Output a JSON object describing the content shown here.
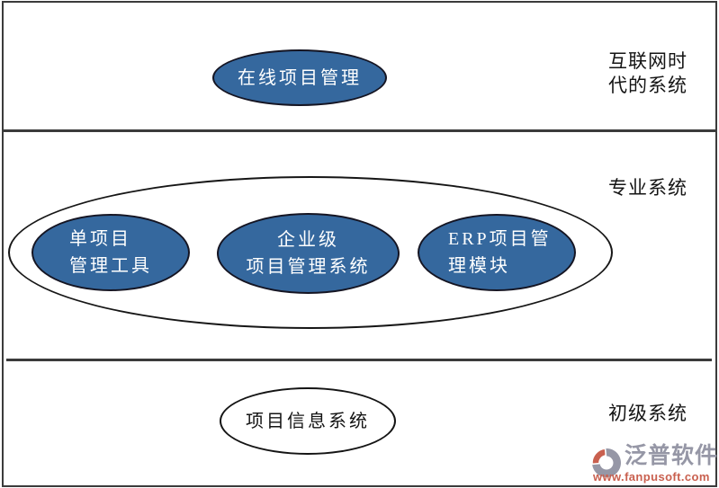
{
  "diagram": {
    "rows": [
      {
        "side_label_lines": [
          "互联网时",
          "代的系统"
        ],
        "nodes": [
          {
            "fill": "blue",
            "lines": [
              "在线项目管理"
            ]
          }
        ]
      },
      {
        "side_label_lines": [
          "专业系统"
        ],
        "has_container_ellipse": true,
        "nodes": [
          {
            "fill": "blue",
            "lines": [
              "单项目",
              "管理工具"
            ]
          },
          {
            "fill": "blue",
            "lines": [
              "企业级",
              "项目管理系统"
            ]
          },
          {
            "fill": "blue",
            "lines": [
              "ERP项目管",
              "理模块"
            ]
          }
        ]
      },
      {
        "side_label_lines": [
          "初级系统"
        ],
        "nodes": [
          {
            "fill": "white",
            "lines": [
              "项目信息系统"
            ]
          }
        ]
      }
    ]
  },
  "watermark": {
    "brand": "泛普软件",
    "url": "www.fanpusoft.com",
    "icon": "fanpu-logo-icon"
  },
  "colors": {
    "node_blue": "#35689E",
    "node_outline": "#151523",
    "divider_line": "#3b3b3b",
    "node_text_white": "#ffffff",
    "label_text": "#141414",
    "brand_gray": "#9697A6",
    "brand_red": "#C9604F"
  }
}
